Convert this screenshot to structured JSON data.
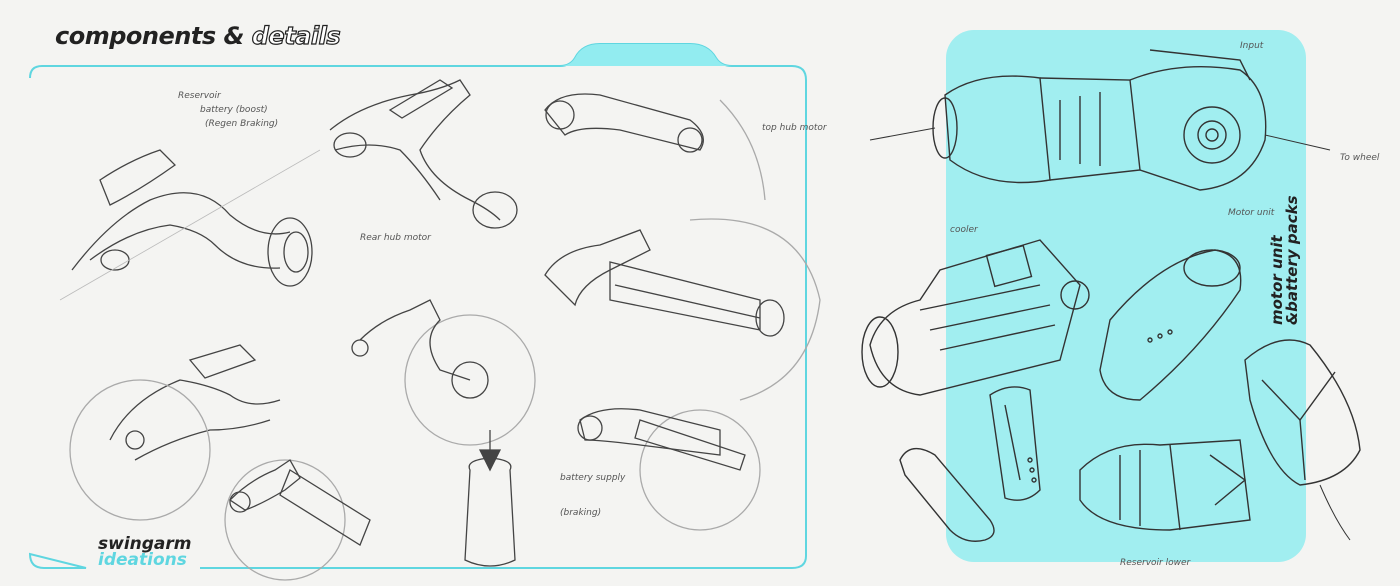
{
  "header": {
    "title_part1": "components &",
    "title_part2": "details"
  },
  "left_panel": {
    "badge_line1": "swingarm",
    "badge_line2": "ideations"
  },
  "right_panel": {
    "badge_line1": "motor unit",
    "badge_line2": "&battery packs"
  },
  "annotations": {
    "reservoir": "Reservoir",
    "battery": "battery (boost)",
    "regen": "(Regen Braking)",
    "rear_hub": "Rear hub motor",
    "top_hub": "top hub motor",
    "battery_supply": "battery supply",
    "braking": "(braking)",
    "motor_unit": "Motor unit",
    "to_wheel": "To wheel",
    "input": "Input",
    "cooler": "cooler",
    "rear_drive": "Reservoir lower"
  },
  "colors": {
    "accent": "#5fd6e0",
    "panel_fill": "#92ecf0",
    "ink": "#222222"
  }
}
